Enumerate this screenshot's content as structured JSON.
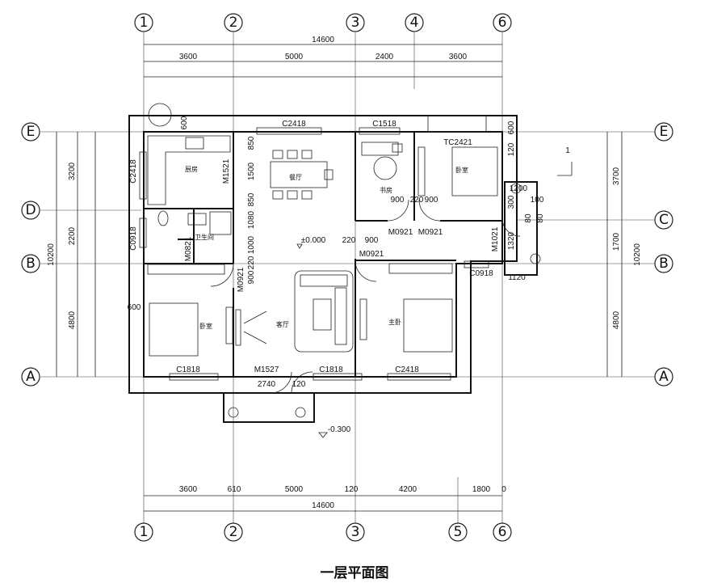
{
  "caption": "一层平面图",
  "axes": {
    "top": [
      "1",
      "2",
      "3",
      "4",
      "6"
    ],
    "bottom": [
      "1",
      "2",
      "3",
      "5",
      "6"
    ],
    "left": [
      "E",
      "D",
      "B",
      "A"
    ],
    "right": [
      "E",
      "C",
      "B",
      "A"
    ]
  },
  "dims": {
    "top_total": "14600",
    "top_segments": [
      "3600",
      "5000",
      "2400",
      "3600"
    ],
    "bottom_segments": [
      "3600",
      "610",
      "5000",
      "120",
      "4200",
      "1800"
    ],
    "bottom_total": "14600",
    "bottom_zero": "0",
    "left_outer": "10200",
    "left_segments": [
      "3200",
      "2200",
      "4800"
    ],
    "right_outer": "10200",
    "right_segments": [
      "3700",
      "1700",
      "4800"
    ]
  },
  "rooms": {
    "kitchen": "厨房",
    "dining": "餐厅",
    "study": "书房",
    "bedroom_ne": "卧室",
    "bathroom": "卫生间",
    "bedroom": "卧室",
    "living": "客厅",
    "master": "主卧"
  },
  "labels": {
    "c2418_top": "C2418",
    "c1518": "C1518",
    "tc2421": "TC2421",
    "c2418_left": "C2418",
    "m1521": "M1521",
    "c0918_left": "C0918",
    "m0821": "M0821",
    "m0921_study": "M0921",
    "m0921_bed": "M0921",
    "m0921_center": "M0921",
    "m0921_west": "M0921",
    "m1021": "M1021",
    "c0918_right": "C0918",
    "c1818_bl": "C1818",
    "m1527": "M1527",
    "c1818_bm": "C1818",
    "c2418_br": "C2418",
    "elev_main": "±0.000",
    "elev_ext": "-0.300",
    "section_mark": "1",
    "w600_top": "600",
    "w600_left": "600",
    "d850a": "850",
    "d1500": "1500",
    "d850b": "850",
    "d1080": "1080",
    "d1000": "1000",
    "d220a": "220",
    "d900a": "900",
    "d900b": "900",
    "d220b": "220",
    "d900c": "900",
    "d220c": "220",
    "d900d": "900",
    "d2740": "2740",
    "d120a": "120",
    "d120r": "120",
    "d600r": "600",
    "d300": "300",
    "d1200": "1200",
    "d100": "100",
    "d80a": "80",
    "d80b": "80",
    "d1320": "1320",
    "d1120": "1120"
  }
}
